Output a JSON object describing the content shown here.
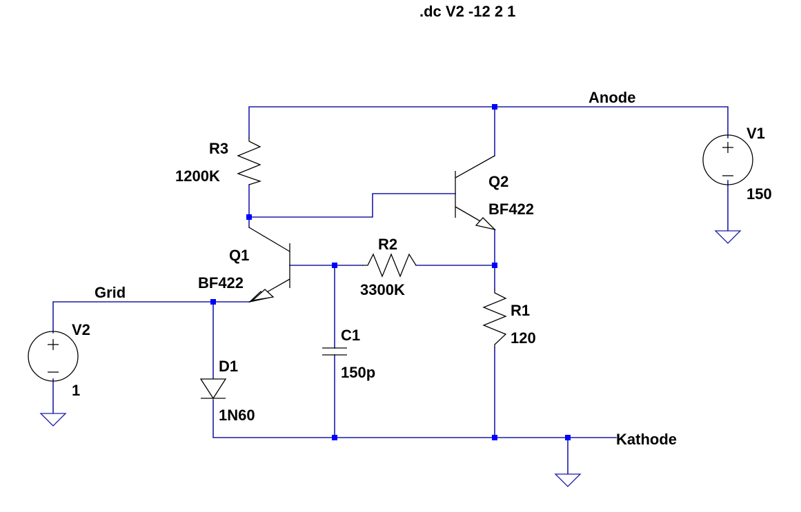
{
  "directive": ".dc V2 -12 2 1",
  "nets": {
    "anode": "Anode",
    "grid": "Grid",
    "kathode": "Kathode"
  },
  "components": {
    "r3": {
      "name": "R3",
      "value": "1200K"
    },
    "r2": {
      "name": "R2",
      "value": "3300K"
    },
    "r1": {
      "name": "R1",
      "value": "120"
    },
    "q1": {
      "name": "Q1",
      "value": "BF422"
    },
    "q2": {
      "name": "Q2",
      "value": "BF422"
    },
    "c1": {
      "name": "C1",
      "value": "150p"
    },
    "d1": {
      "name": "D1",
      "value": "1N60"
    },
    "v1": {
      "name": "V1",
      "value": "150"
    },
    "v2": {
      "name": "V2",
      "value": "1"
    }
  },
  "colors": {
    "wire": "#1a1aa6",
    "junction": "#0000ff",
    "component": "#000000"
  }
}
